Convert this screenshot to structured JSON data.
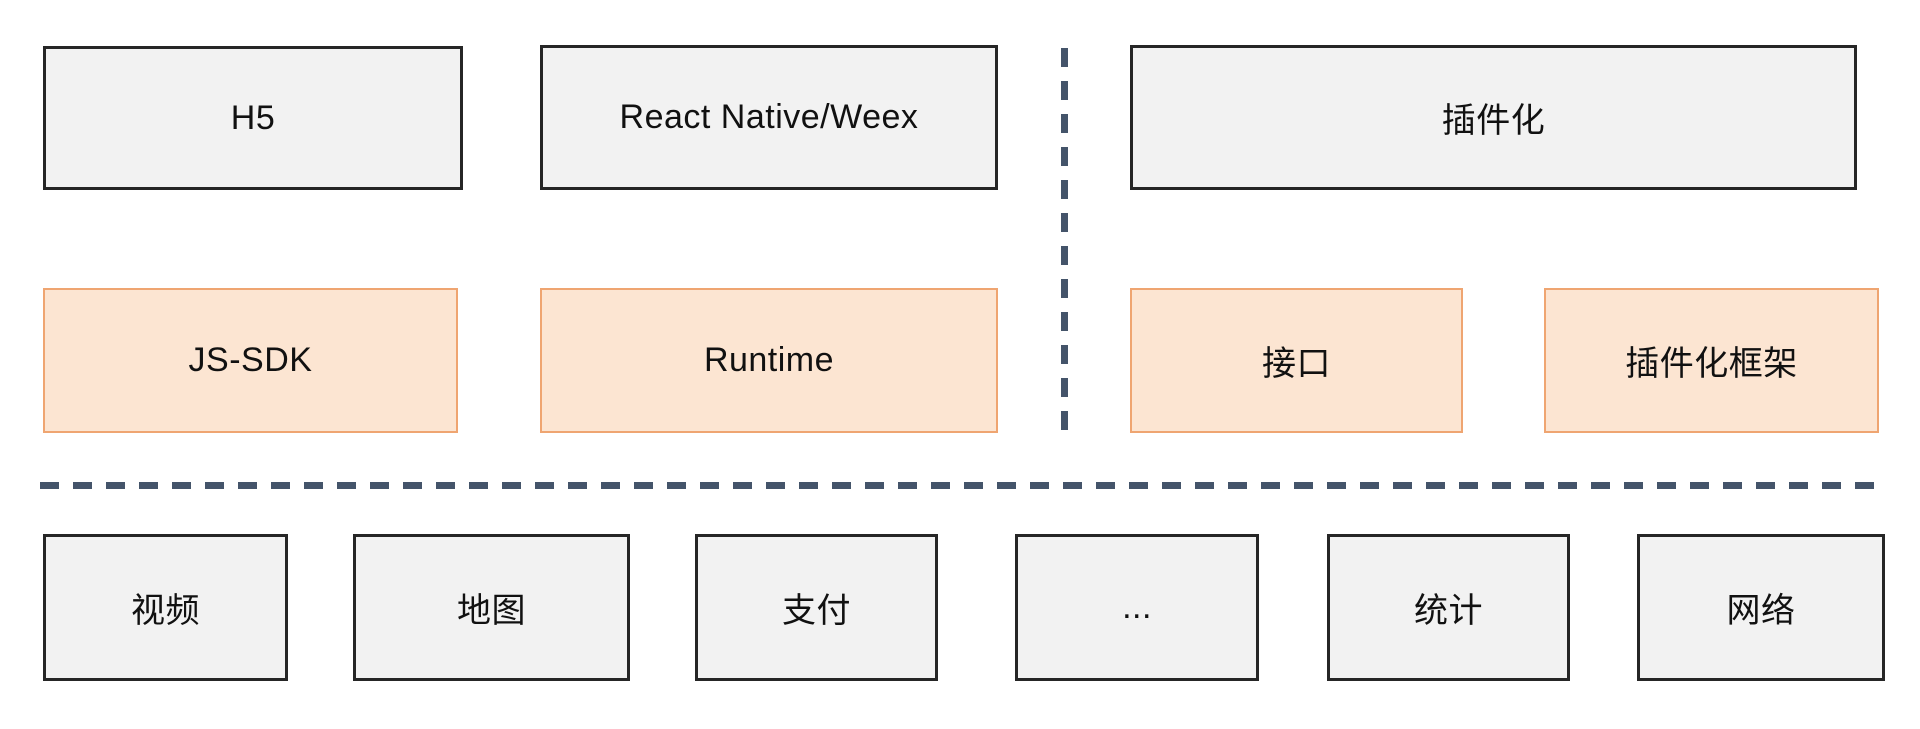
{
  "diagram": {
    "top_row": [
      {
        "id": "h5",
        "label": "H5"
      },
      {
        "id": "react-native-weex",
        "label": "React Native/Weex"
      },
      {
        "id": "plugin",
        "label": "插件化"
      }
    ],
    "middle_row": [
      {
        "id": "js-sdk",
        "label": "JS-SDK"
      },
      {
        "id": "runtime",
        "label": "Runtime"
      },
      {
        "id": "interface",
        "label": "接口"
      },
      {
        "id": "plugin-framework",
        "label": "插件化框架"
      }
    ],
    "bottom_row": [
      {
        "id": "video",
        "label": "视频"
      },
      {
        "id": "map",
        "label": "地图"
      },
      {
        "id": "payment",
        "label": "支付"
      },
      {
        "id": "ellipsis",
        "label": "..."
      },
      {
        "id": "statistics",
        "label": "统计"
      },
      {
        "id": "network",
        "label": "网络"
      }
    ],
    "colors": {
      "gray_fill": "#f2f2f2",
      "gray_border": "#262626",
      "orange_fill": "#fce5d2",
      "orange_border": "#efa571",
      "divider": "#44546a",
      "background": "#ffffff"
    }
  }
}
